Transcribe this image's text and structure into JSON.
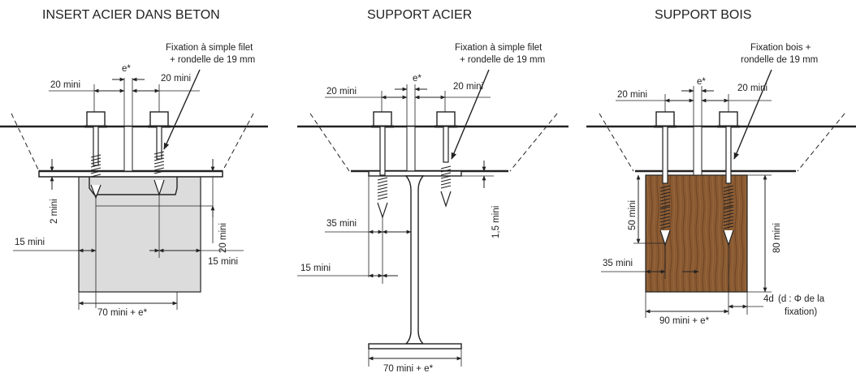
{
  "panels": [
    {
      "title": "INSERT ACIER DANS BETON",
      "callout": [
        "Fixation à simple filet",
        "+ rondelle de 19 mm"
      ],
      "dims": {
        "gap": "e*",
        "edge_left": "20 mini",
        "edge_right": "20 mini",
        "insert_thk": "2 mini",
        "embed_depth": "20 mini",
        "screw_left": "15 mini",
        "screw_right": "15 mini",
        "width": "70 mini + e*"
      }
    },
    {
      "title": "SUPPORT ACIER",
      "callout": [
        "Fixation à simple filet",
        "+ rondelle de 19 mm"
      ],
      "dims": {
        "gap": "e*",
        "edge_left": "20 mini",
        "edge_right": "20 mini",
        "flange_thk": "1,5 mini",
        "screw_pos": "35 mini",
        "flange_edge": "15 mini",
        "width": "70 mini + e*"
      }
    },
    {
      "title": "SUPPORT BOIS",
      "callout": [
        "Fixation bois +",
        "rondelle de 19 mm"
      ],
      "dims": {
        "gap": "e*",
        "edge_left": "20 mini",
        "edge_right": "20 mini",
        "embed": "50 mini",
        "height": "80 mini",
        "edge_dist": "35 mini",
        "end_dist": "4d",
        "note": [
          "(d : Φ de la",
          "fixation)"
        ],
        "width": "90 mini + e*"
      }
    }
  ],
  "colors": {
    "ink": "#222222",
    "concrete": "#dcdcdc",
    "wood": "#8a5a32",
    "wood_grain": "#6e4424",
    "sheet": "#ffffff"
  }
}
